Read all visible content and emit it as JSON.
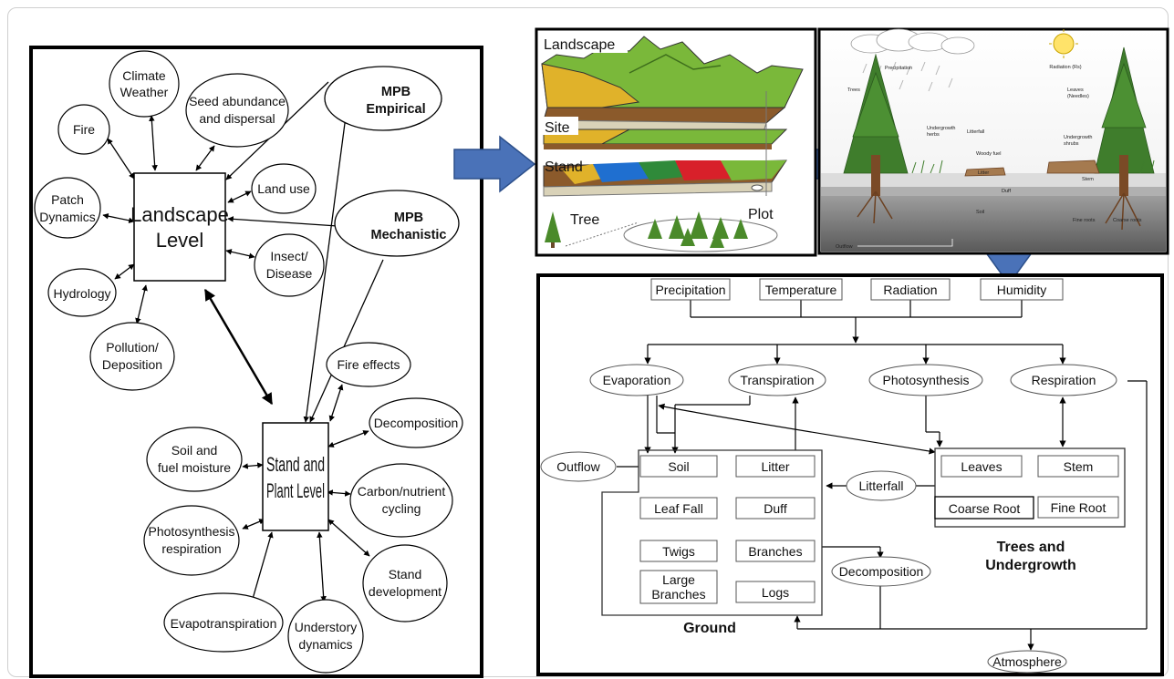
{
  "left_panel": {
    "center_nodes": {
      "landscape": [
        "Landscape",
        "Level"
      ],
      "stand": [
        "Stand and",
        "Plant Level"
      ]
    },
    "mpb": {
      "empirical": [
        "MPB",
        "Empirical"
      ],
      "mechanistic": [
        "MPB",
        "Mechanistic"
      ]
    },
    "landscape_factors": {
      "climate": [
        "Climate",
        "Weather"
      ],
      "seed": [
        "Seed abundance",
        "and dispersal"
      ],
      "fire": [
        "Fire"
      ],
      "patch": [
        "Patch",
        "Dynamics"
      ],
      "landuse": [
        "Land use"
      ],
      "insect": [
        "Insect/",
        "Disease"
      ],
      "hydrology": [
        "Hydrology"
      ],
      "pollution": [
        "Pollution/",
        "Deposition"
      ]
    },
    "stand_factors": {
      "fire_effects": [
        "Fire effects"
      ],
      "decomposition": [
        "Decomposition"
      ],
      "soil_moisture": [
        "Soil and",
        "fuel moisture"
      ],
      "carbon": [
        "Carbon/nutrient",
        "cycling"
      ],
      "photo_resp": [
        "Photosynthesis",
        "respiration"
      ],
      "stand_dev": [
        "Stand",
        "development"
      ],
      "evapotranspiration": [
        "Evapotranspiration"
      ],
      "understory": [
        "Understory",
        "dynamics"
      ]
    }
  },
  "scales_picture": {
    "landscape": "Landscape",
    "site": "Site",
    "stand": "Stand",
    "tree": "Tree",
    "plot": "Plot"
  },
  "ecosystem_picture": {
    "precipitation": "Precipitation",
    "radiation": "Radiation (Rs)",
    "trees": "Trees",
    "leaves": [
      "Leaves",
      "(Needles)"
    ],
    "undergrowth_herbs": [
      "Undergrowth",
      "herbs"
    ],
    "litterfall": "Litterfall",
    "woody_fuel": "Woody fuel",
    "undergrowth_shrubs": [
      "Undergrowth",
      "shrubs"
    ],
    "litter": "Litter",
    "stem": "Stem",
    "duff": "Duff",
    "soil": "Soil",
    "fine_roots": "Fine roots",
    "coarse_roots": "Coarse roots",
    "outflow": "Outflow"
  },
  "flow_diagram": {
    "inputs": [
      "Precipitation",
      "Temperature",
      "Radiation",
      "Humidity"
    ],
    "processes": [
      "Evaporation",
      "Transpiration",
      "Photosynthesis",
      "Respiration"
    ],
    "outflow": "Outflow",
    "litterfall": "Litterfall",
    "decomposition": "Decomposition",
    "atmosphere": "Atmosphere",
    "ground_title": "Ground",
    "ground_pools": {
      "soil": "Soil",
      "litter": "Litter",
      "leaf_fall": "Leaf Fall",
      "duff": "Duff",
      "twigs": "Twigs",
      "branches": "Branches",
      "large_branches": [
        "Large",
        "Branches"
      ],
      "logs": "Logs"
    },
    "trees_title": [
      "Trees and",
      "Undergrowth"
    ],
    "tree_pools": {
      "leaves": "Leaves",
      "stem": "Stem",
      "coarse_root": "Coarse Root",
      "fine_root": "Fine Root"
    }
  },
  "colors": {
    "connector_arrow": "#4a72b8",
    "connector_outline": "#2c4f8a",
    "grass": "#7ab83a",
    "soil": "#8b5a2b",
    "ground_grey": "#6e6e6e"
  }
}
